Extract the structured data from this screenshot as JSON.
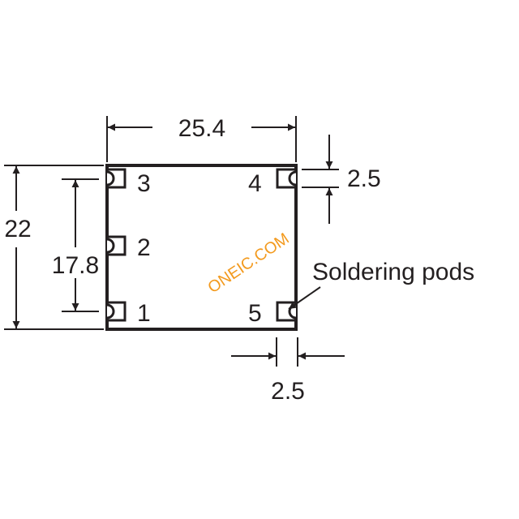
{
  "dimensions": {
    "width": "25.4",
    "height": "22",
    "pin_span": "17.8",
    "pad_height": "2.5",
    "pad_width": "2.5"
  },
  "pins": {
    "p1": "1",
    "p2": "2",
    "p3": "3",
    "p4": "4",
    "p5": "5"
  },
  "callout": {
    "soldering_pods": "Soldering pods"
  },
  "watermark": "ONEIC.COM"
}
